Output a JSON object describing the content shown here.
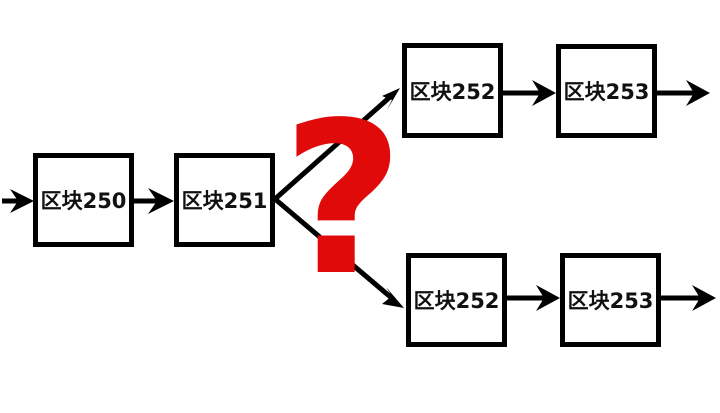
{
  "diagram": {
    "type": "blockchain-fork",
    "blocks": [
      {
        "id": "b250",
        "label": "区块250"
      },
      {
        "id": "b251",
        "label": "区块251"
      },
      {
        "id": "b252_top",
        "label": "区块252"
      },
      {
        "id": "b253_top",
        "label": "区块253"
      },
      {
        "id": "b252_bottom",
        "label": "区块252"
      },
      {
        "id": "b253_bottom",
        "label": "区块253"
      }
    ],
    "edges": [
      {
        "from": "start",
        "to": "b250"
      },
      {
        "from": "b250",
        "to": "b251"
      },
      {
        "from": "b251",
        "to": "b252_top"
      },
      {
        "from": "b251",
        "to": "b252_bottom"
      },
      {
        "from": "b252_top",
        "to": "b253_top"
      },
      {
        "from": "b252_bottom",
        "to": "b253_bottom"
      },
      {
        "from": "b253_top",
        "to": "end"
      },
      {
        "from": "b253_bottom",
        "to": "end"
      }
    ],
    "fork_marker": {
      "symbol": "?",
      "color": "#e00a0a"
    },
    "line_color": "#000000"
  }
}
